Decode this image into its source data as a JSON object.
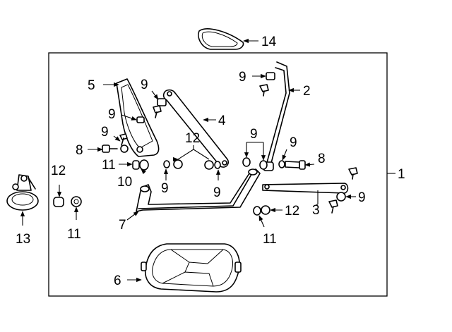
{
  "callouts": [
    {
      "id": "c14",
      "label": "14"
    },
    {
      "id": "c1",
      "label": "1"
    },
    {
      "id": "c2",
      "label": "2"
    },
    {
      "id": "c3",
      "label": "3"
    },
    {
      "id": "c4",
      "label": "4"
    },
    {
      "id": "c5",
      "label": "5"
    },
    {
      "id": "c6",
      "label": "6"
    },
    {
      "id": "c7",
      "label": "7"
    },
    {
      "id": "c8a",
      "label": "8"
    },
    {
      "id": "c8b",
      "label": "8"
    },
    {
      "id": "c9a",
      "label": "9"
    },
    {
      "id": "c9b",
      "label": "9"
    },
    {
      "id": "c9c",
      "label": "9"
    },
    {
      "id": "c9d",
      "label": "9"
    },
    {
      "id": "c9e",
      "label": "9"
    },
    {
      "id": "c9f",
      "label": "9"
    },
    {
      "id": "c9g",
      "label": "9"
    },
    {
      "id": "c9h",
      "label": "9"
    },
    {
      "id": "c9i",
      "label": "9"
    },
    {
      "id": "c10",
      "label": "10"
    },
    {
      "id": "c11a",
      "label": "11"
    },
    {
      "id": "c11b",
      "label": "11"
    },
    {
      "id": "c11c",
      "label": "11"
    },
    {
      "id": "c12a",
      "label": "12"
    },
    {
      "id": "c12b",
      "label": "12"
    },
    {
      "id": "c12c",
      "label": "12"
    },
    {
      "id": "c13",
      "label": "13"
    }
  ],
  "colors": {
    "line": "#000000",
    "background": "#ffffff"
  }
}
